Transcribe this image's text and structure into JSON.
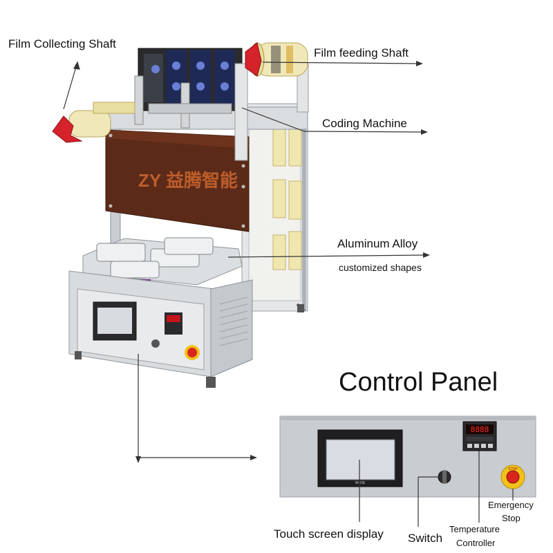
{
  "callouts": {
    "film_collecting": "Film Collecting Shaft",
    "film_feeding": "Film feeding Shaft",
    "coding_machine": "Coding Machine",
    "aluminum_alloy": "Aluminum Alloy",
    "customized_shapes": "customized shapes"
  },
  "control_panel": {
    "title": "Control Panel",
    "touch_screen": "Touch screen display",
    "switch": "Switch",
    "temperature_controller_line1": "Temperature",
    "temperature_controller_line2": "Controller",
    "emergency_stop_line1": "Emergency",
    "emergency_stop_line2": "Stop",
    "screen_brand": "NHOE",
    "controller_display": "8888",
    "estop_text": "STOP"
  },
  "machine": {
    "brand_logo_text": "ZY 益腾智能"
  },
  "colors": {
    "panel_steel": "#c9ccd0",
    "machine_frame": "#d9dcdf",
    "acrylic_cover": "#5b2a18",
    "estop_red": "#d8261c",
    "estop_yellow": "#f2c21a",
    "handle_red": "#d4232b",
    "line": "#333333"
  }
}
